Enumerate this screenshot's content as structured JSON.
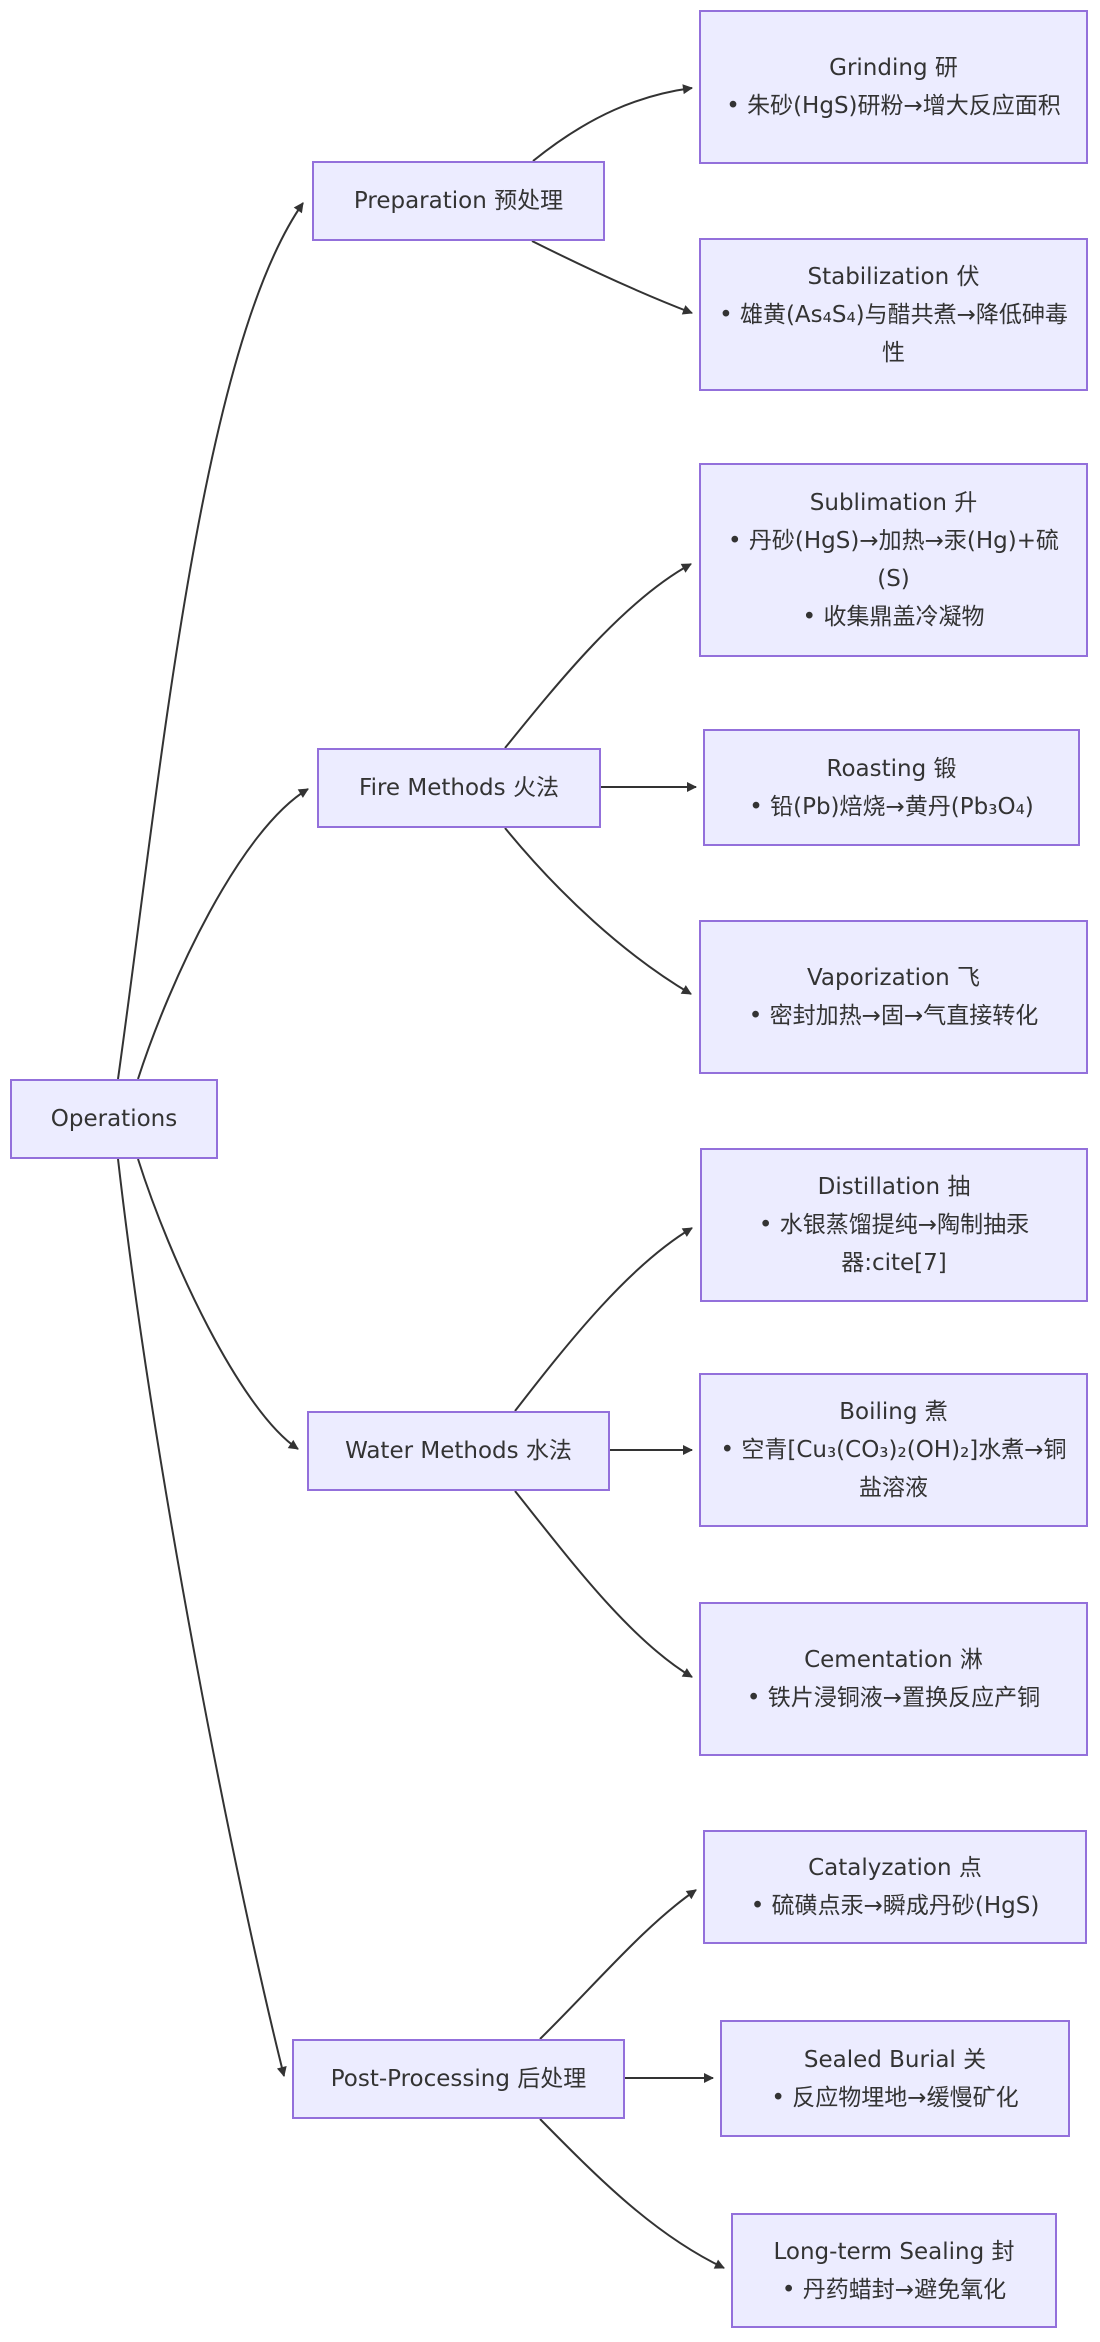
{
  "diagram": {
    "type": "flowchart",
    "direction": "left-to-right",
    "colors": {
      "node_fill": "#ECECFF",
      "node_border": "#9370DB",
      "text": "#333333",
      "edge": "#333333",
      "background": "#FFFFFF"
    },
    "root": {
      "title": "Operations"
    },
    "branches": [
      {
        "title": "Preparation 预处理",
        "leaves": [
          {
            "title": "Grinding 研",
            "bullets": [
              "朱砂(HgS)研粉→增大反应面积"
            ]
          },
          {
            "title": "Stabilization 伏",
            "bullets": [
              "雄黄(As₄S₄)与醋共煮→降低砷毒性"
            ]
          }
        ]
      },
      {
        "title": "Fire Methods 火法",
        "leaves": [
          {
            "title": "Sublimation 升",
            "bullets": [
              "丹砂(HgS)→加热→汞(Hg)+硫(S)",
              "收集鼎盖冷凝物"
            ]
          },
          {
            "title": "Roasting 锻",
            "bullets": [
              "铅(Pb)焙烧→黄丹(Pb₃O₄)"
            ]
          },
          {
            "title": "Vaporization 飞",
            "bullets": [
              "密封加热→固→气直接转化"
            ]
          }
        ]
      },
      {
        "title": "Water Methods 水法",
        "leaves": [
          {
            "title": "Distillation 抽",
            "bullets": [
              "水银蒸馏提纯→陶制抽汞器:cite[7]"
            ]
          },
          {
            "title": "Boiling 煮",
            "bullets": [
              "空青[Cu₃(CO₃)₂(OH)₂]水煮→铜盐溶液"
            ]
          },
          {
            "title": "Cementation 淋",
            "bullets": [
              "铁片浸铜液→置换反应产铜"
            ]
          }
        ]
      },
      {
        "title": "Post-Processing 后处理",
        "leaves": [
          {
            "title": "Catalyzation 点",
            "bullets": [
              "硫磺点汞→瞬成丹砂(HgS)"
            ]
          },
          {
            "title": "Sealed Burial 关",
            "bullets": [
              "反应物埋地→缓慢矿化"
            ]
          },
          {
            "title": "Long-term Sealing 封",
            "bullets": [
              "丹药蜡封→避免氧化"
            ]
          }
        ]
      }
    ]
  }
}
